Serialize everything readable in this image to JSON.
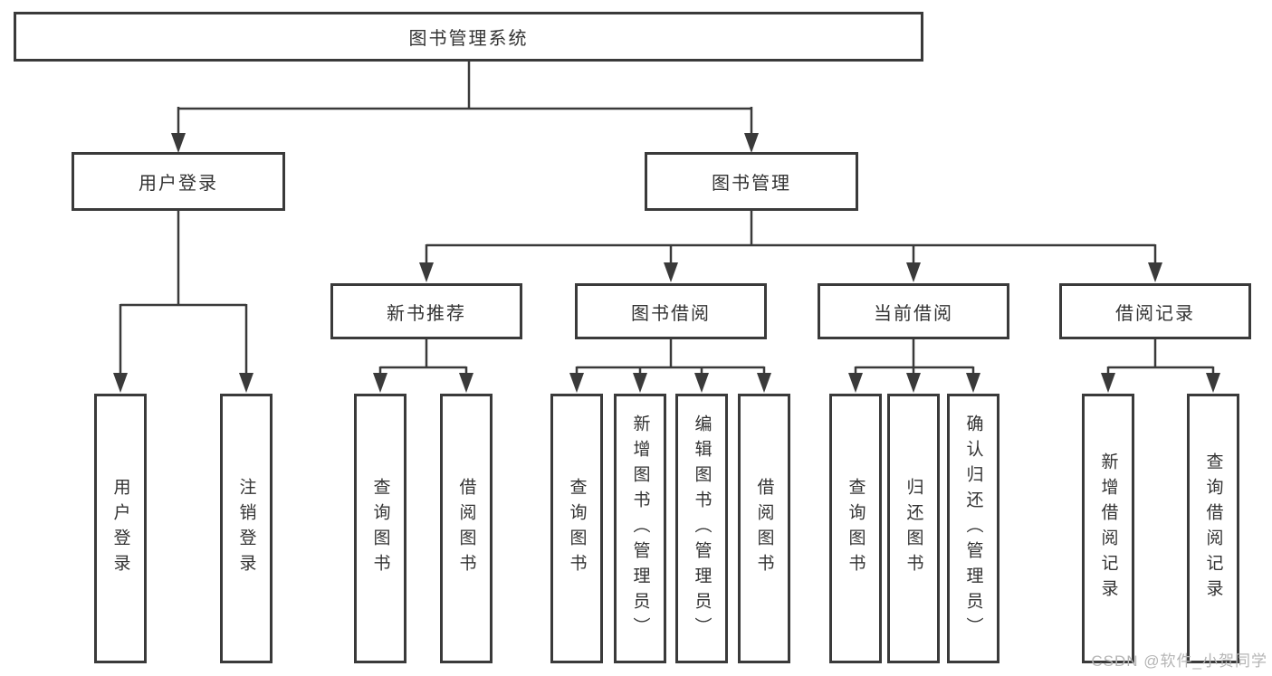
{
  "colors": {
    "line": "#3a3a3a",
    "text": "#333333",
    "box_background": "#ffffff",
    "canvas": "#ffffff",
    "watermark": "#b5b5b5"
  },
  "watermark": {
    "text": "CSDN @软件_小贺同学"
  },
  "tree": {
    "root": {
      "label": "图书管理系统",
      "children": [
        {
          "label": "用户登录",
          "children": [
            {
              "label": "用户登录"
            },
            {
              "label": "注销登录"
            }
          ]
        },
        {
          "label": "图书管理",
          "children": [
            {
              "label": "新书推荐",
              "children": [
                {
                  "label": "查询图书"
                },
                {
                  "label": "借阅图书"
                }
              ]
            },
            {
              "label": "图书借阅",
              "children": [
                {
                  "label": "查询图书"
                },
                {
                  "label": "新增图书（管理员）"
                },
                {
                  "label": "编辑图书（管理员）"
                },
                {
                  "label": "借阅图书"
                }
              ]
            },
            {
              "label": "当前借阅",
              "children": [
                {
                  "label": "查询图书"
                },
                {
                  "label": "归还图书"
                },
                {
                  "label": "确认归还（管理员）"
                }
              ]
            },
            {
              "label": "借阅记录",
              "children": [
                {
                  "label": "新增借阅记录"
                },
                {
                  "label": "查询借阅记录"
                }
              ]
            }
          ]
        }
      ]
    }
  }
}
